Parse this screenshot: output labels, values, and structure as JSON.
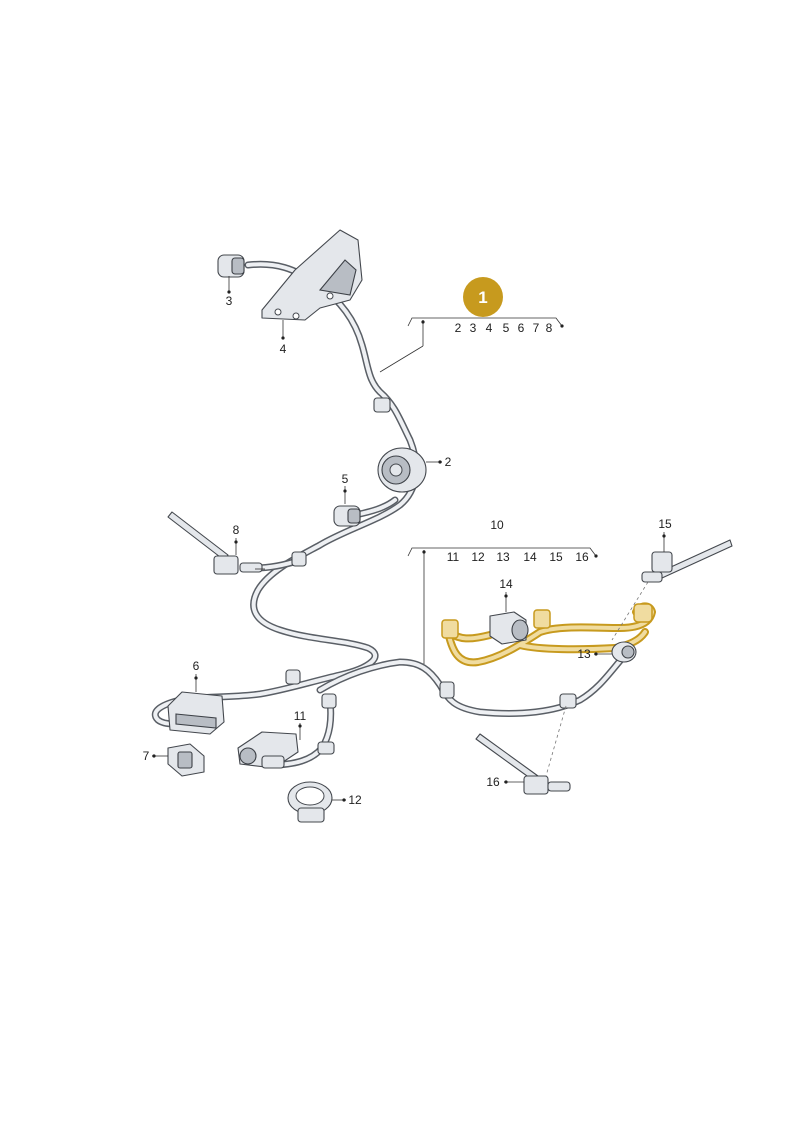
{
  "diagram": {
    "highlight_color": "#c79a1e",
    "badge": {
      "label": "1",
      "color": "#c79a1e"
    },
    "group_1": {
      "items": [
        "2",
        "3",
        "4",
        "5",
        "6",
        "7",
        "8"
      ]
    },
    "group_10": {
      "label": "10",
      "items": [
        "11",
        "12",
        "13",
        "14",
        "15",
        "16"
      ]
    },
    "callouts": {
      "c2": "2",
      "c3": "3",
      "c4": "4",
      "c5": "5",
      "c6": "6",
      "c7": "7",
      "c8": "8",
      "c11": "11",
      "c12": "12",
      "c13": "13",
      "c14": "14",
      "c15": "15",
      "c16": "16"
    }
  }
}
